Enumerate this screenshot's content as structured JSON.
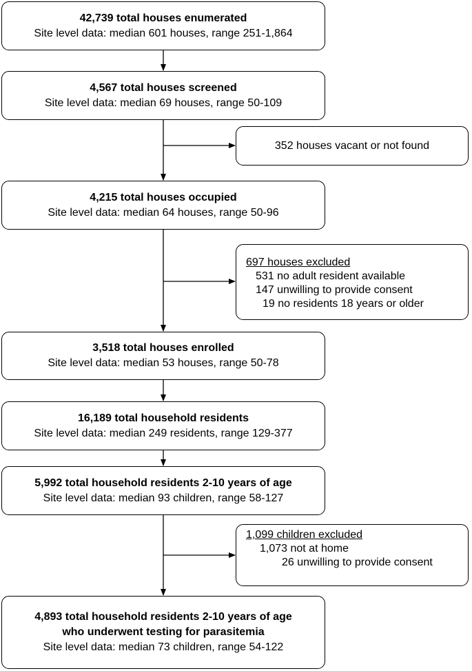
{
  "flowchart": {
    "boxes": {
      "enumerated": {
        "title": "42,739 total houses enumerated",
        "detail": "Site level data: median 601 houses, range 251-1,864"
      },
      "screened": {
        "title": "4,567 total houses screened",
        "detail": "Site level data: median 69 houses, range 50-109"
      },
      "occupied": {
        "title": "4,215 total houses occupied",
        "detail": "Site level data: median 64 houses, range 50-96"
      },
      "enrolled": {
        "title": "3,518 total houses enrolled",
        "detail": "Site level data: median 53 houses, range 50-78"
      },
      "residents": {
        "title": "16,189 total household residents",
        "detail": "Site level data: median 249 residents, range 129-377"
      },
      "children": {
        "title": "5,992 total household residents 2-10 years of age",
        "detail": "Site level data: median 93 children, range 58-127"
      },
      "tested": {
        "title_line1": "4,893 total household residents 2-10 years of age",
        "title_line2": "who underwent testing for parasitemia",
        "detail": "Site level data: median 73 children, range 54-122"
      }
    },
    "exclusions": {
      "vacant": {
        "text": "352 houses vacant or not found"
      },
      "houses_excluded": {
        "heading": "697 houses excluded",
        "reasons": [
          "531 no adult resident available",
          "147 unwilling to provide consent",
          "19 no residents 18 years or older"
        ]
      },
      "children_excluded": {
        "heading": "1,099 children excluded",
        "reasons": [
          "1,073 not at home",
          "26 unwilling to provide consent"
        ]
      }
    }
  }
}
